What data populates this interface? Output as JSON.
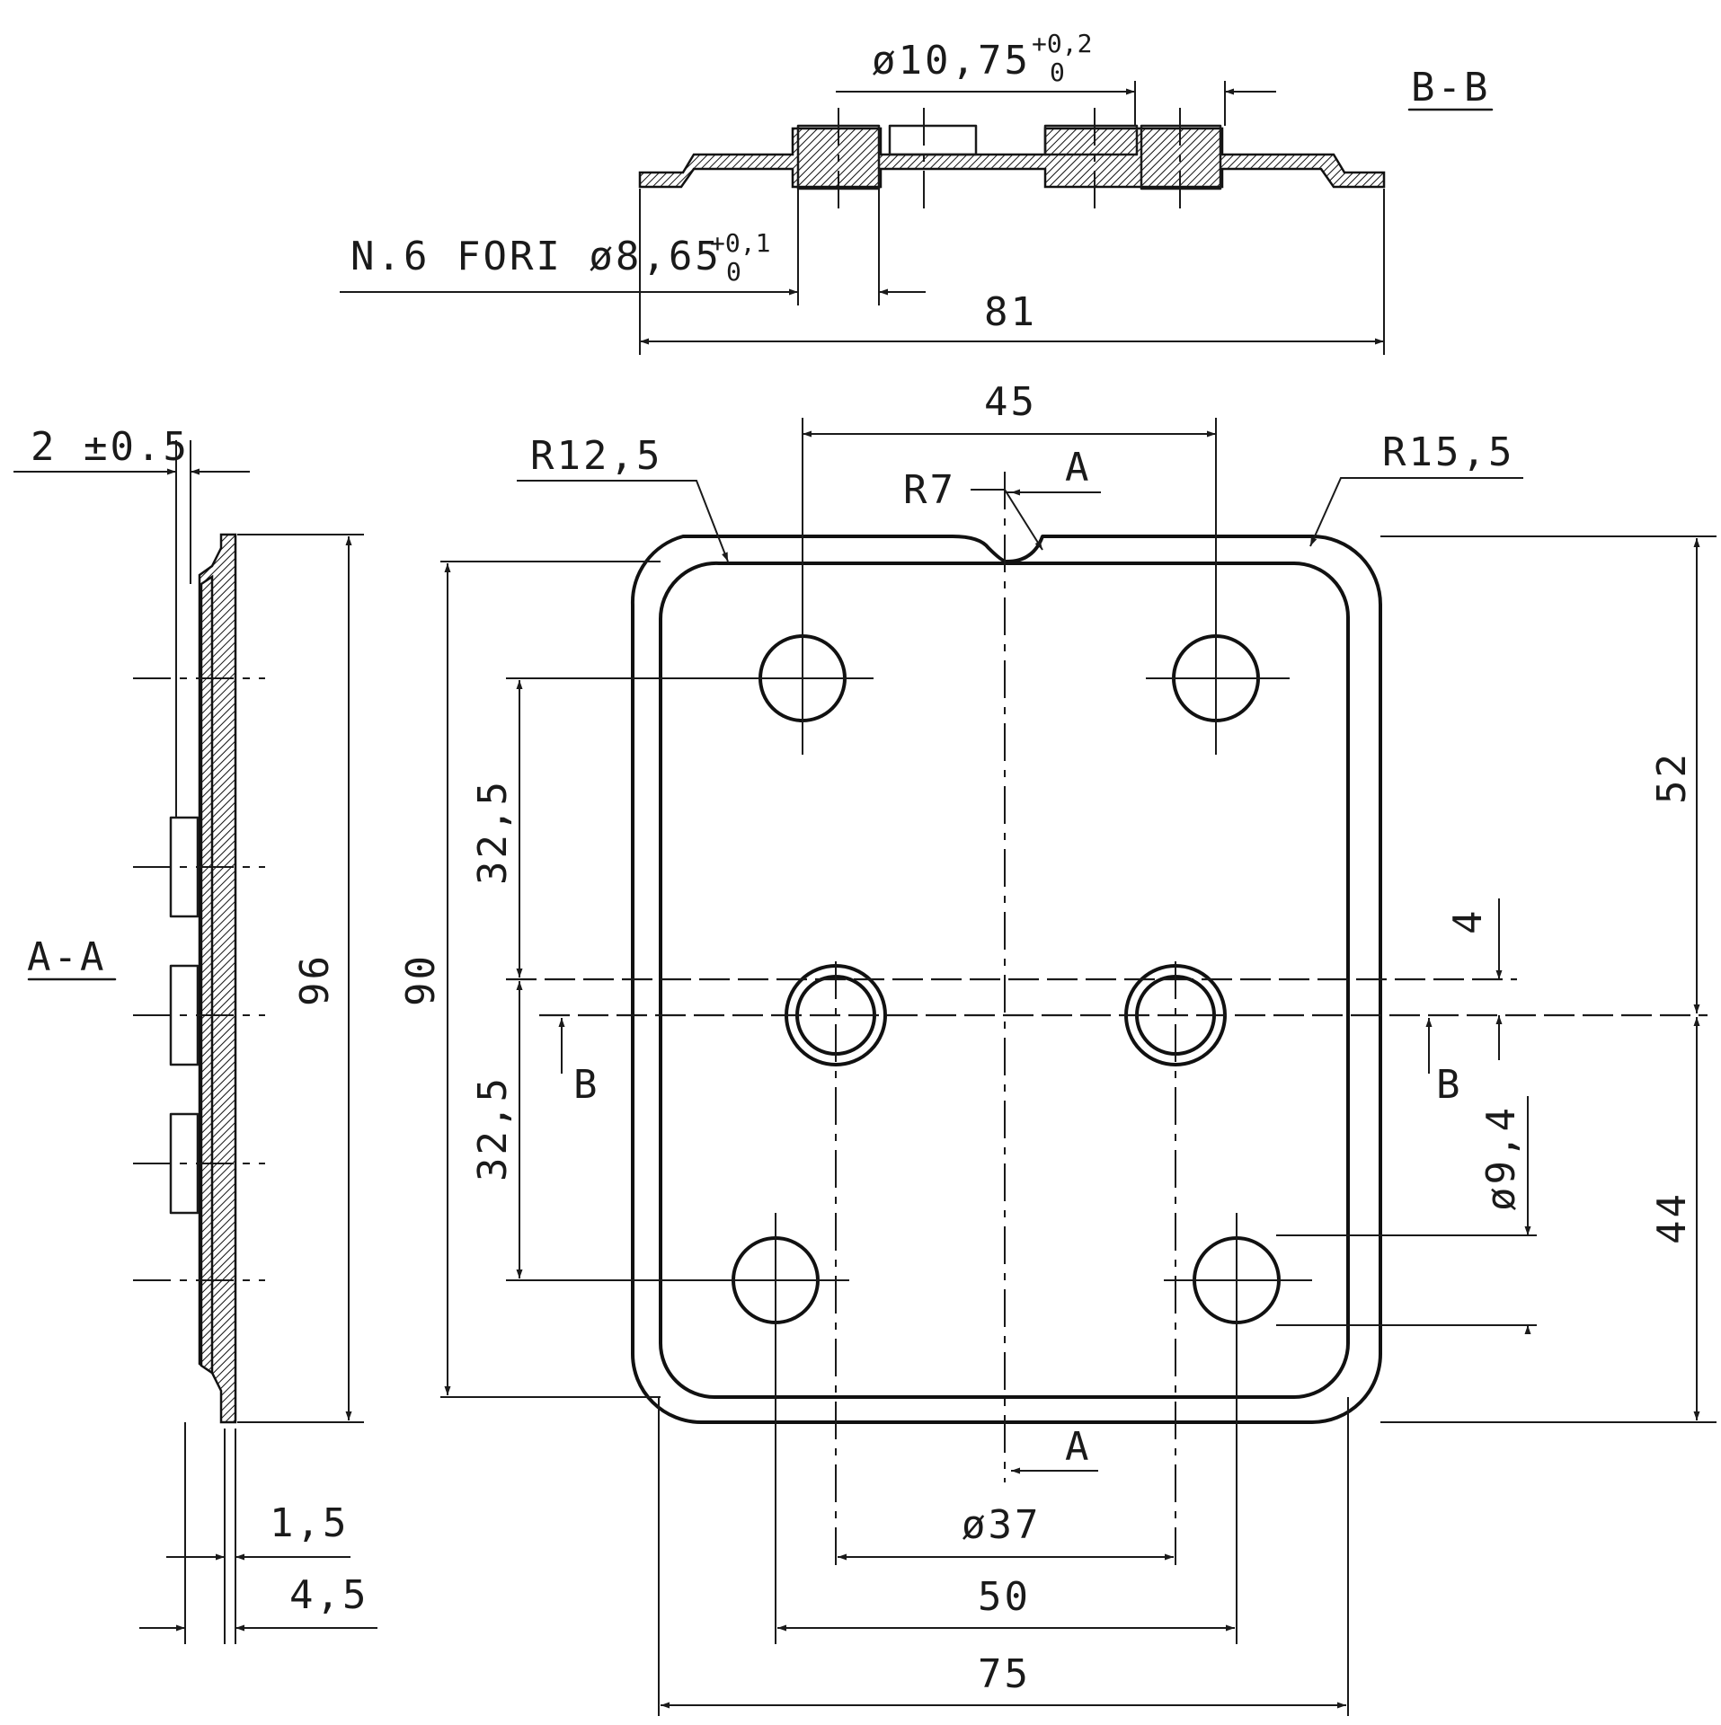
{
  "labels": {
    "section_bb": "B-B",
    "section_aa": "A-A",
    "holes_note": "N.6 FORI ø8,65",
    "holes_tol_upper": "+0,1",
    "holes_tol_lower": "0",
    "counterbore_dia": "ø10,75",
    "counterbore_tol_upper": "+0,2",
    "counterbore_tol_lower": "0",
    "width_81": "81",
    "dist_45": "45",
    "radius_12_5": "R12,5",
    "radius_7": "R7",
    "radius_15_5": "R15,5",
    "section_mark_a_top": "A",
    "section_mark_a_bottom": "A",
    "section_mark_b_left": "B",
    "section_mark_b_right": "B",
    "thickness_2": "2 ±0.5",
    "height_96": "96",
    "height_90": "90",
    "pitch_32_5_upper": "32,5",
    "pitch_32_5_lower": "32,5",
    "height_52": "52",
    "offset_4": "4",
    "dia_9_4": "ø9,4",
    "height_44": "44",
    "dia_37": "ø37",
    "width_50": "50",
    "width_75": "75",
    "dim_1_5": "1,5",
    "dim_4_5": "4,5"
  }
}
